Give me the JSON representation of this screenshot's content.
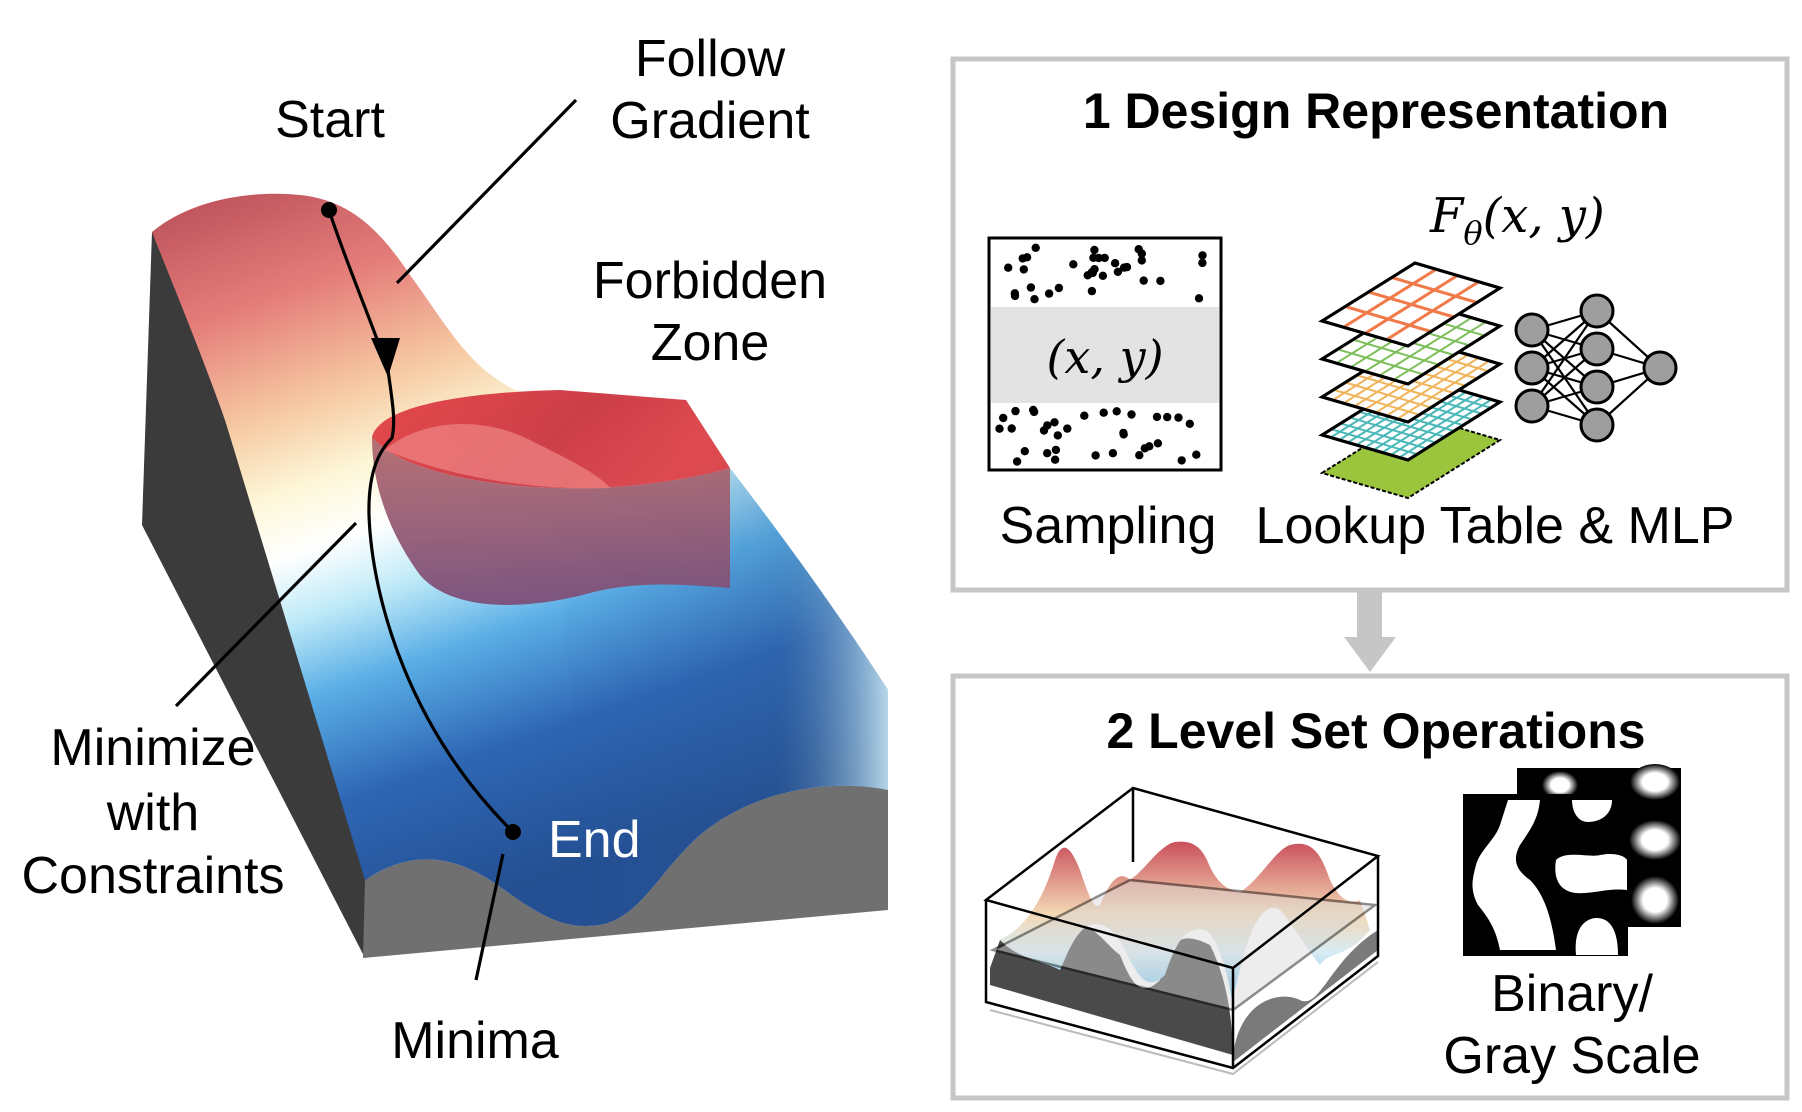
{
  "left_diagram": {
    "labels": {
      "start": "Start",
      "follow_gradient": [
        "Follow",
        "Gradient"
      ],
      "forbidden_zone": [
        "Forbidden",
        "Zone"
      ],
      "minimize_with_constraints": [
        "Minimize",
        "with",
        "Constraints"
      ],
      "end": "End",
      "minima": "Minima"
    },
    "colors": {
      "surface_high": "#c0505a",
      "surface_mid": "#fdf6d2",
      "surface_low": "#2f62ad",
      "side_wall": "#3a3a3a",
      "front_wall": "#6e6e6e",
      "forbidden": "#e0303a"
    }
  },
  "panel1": {
    "title": "1 Design Representation",
    "sampling": {
      "coord_label": "(x, y)",
      "caption": "Sampling"
    },
    "function_label": {
      "base": "F",
      "subscript": "θ",
      "args": "(x, y)"
    },
    "lookup_caption": "Lookup Table & MLP",
    "layer_colors": [
      "#f07a4a",
      "#7cbf5a",
      "#f0b45a",
      "#4ab8b8",
      "#9bc53d"
    ],
    "mlp_layers": [
      3,
      4,
      1
    ]
  },
  "panel2": {
    "title": "2 Level Set Operations",
    "caption": [
      "Binary/",
      "Gray Scale"
    ]
  },
  "colors": {
    "panel_border": "#c6c6c6",
    "arrow": "#c6c6c6"
  }
}
